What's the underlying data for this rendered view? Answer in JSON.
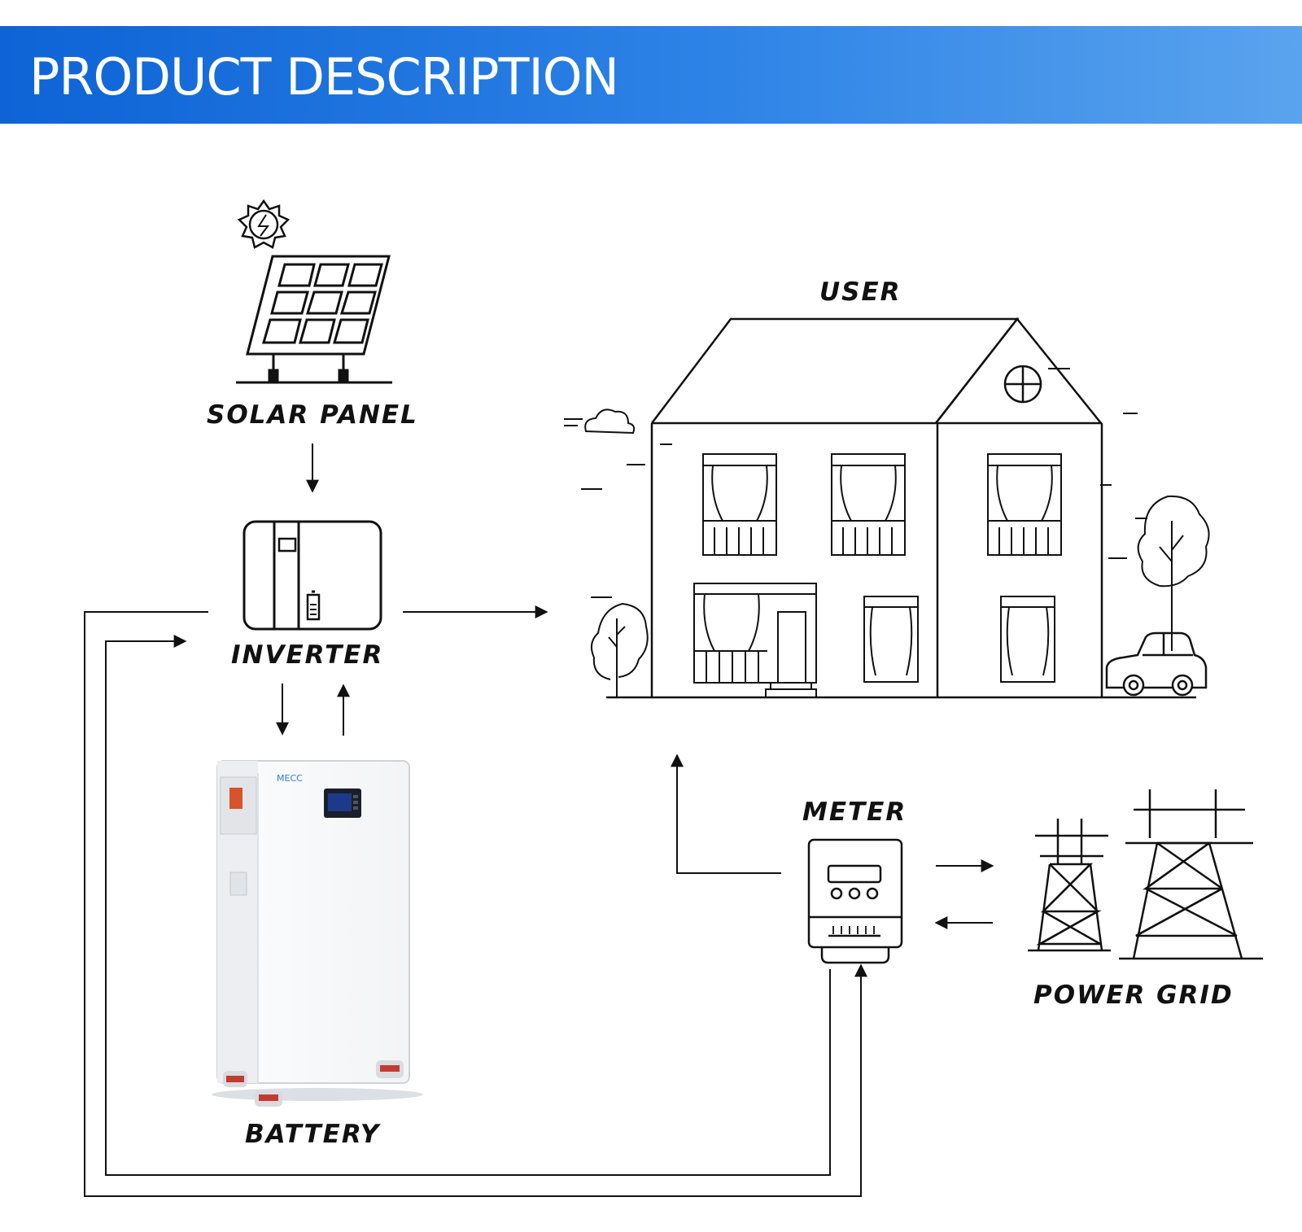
{
  "header": {
    "title": "PRODUCT DESCRIPTION"
  },
  "nodes": {
    "solar_panel": "SOLAR  PANEL",
    "inverter": "INVERTER",
    "battery": "BATTERY",
    "user": "USER",
    "meter": "METER",
    "power_grid": "POWER  GRID"
  },
  "battery_brand": "MECC",
  "colors": {
    "banner_start": "#0e63d6",
    "banner_end": "#5aa3ee",
    "line": "#111111"
  }
}
